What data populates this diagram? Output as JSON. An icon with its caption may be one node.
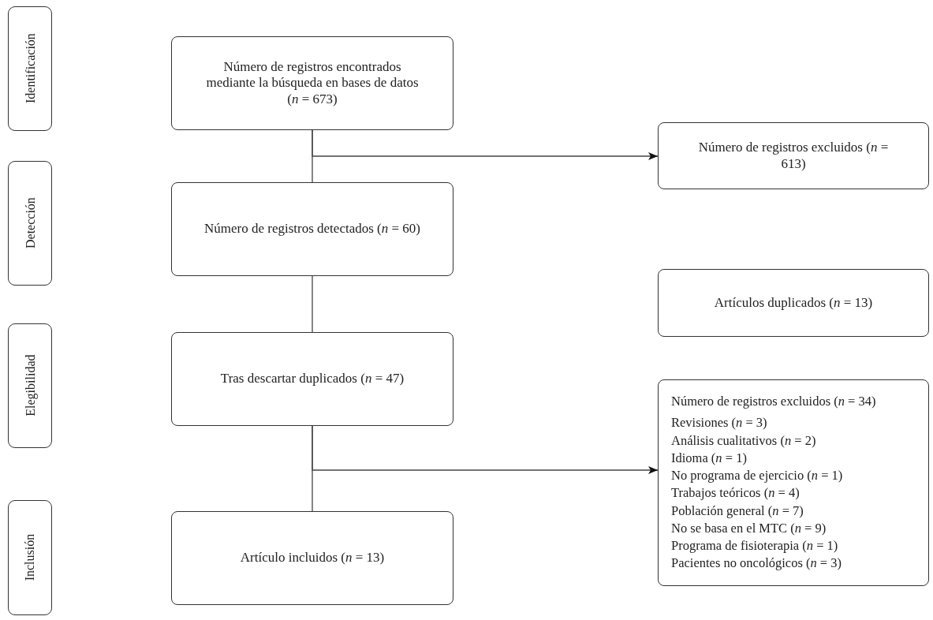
{
  "diagram": {
    "nodes": [
      {
        "text": [
          "Identificación"
        ]
      },
      {
        "text": [
          "Detección"
        ]
      },
      {
        "text": [
          "Elegibilidad"
        ]
      },
      {
        "text": [
          "Inclusión"
        ]
      },
      {
        "text": [
          "Número de registros encontrados mediante la búsqueda en bases de datos (*n* = 673)"
        ]
      },
      {
        "text": [
          "Número de registros excluidos (*n* = 613)"
        ]
      },
      {
        "text": [
          "Número de registros detectados (*n* = 60)"
        ]
      },
      {
        "text": [
          "Artículos duplicados (*n* = 13)"
        ]
      },
      {
        "text": [
          "Tras descartar duplicados (*n* = 47)"
        ]
      },
      {
        "text": [
          "Número de registros excluidos (*n* = 34)",
          "Revisiones (*n* = 3)",
          "Análisis cualitativos (*n* = 2)",
          "Idioma (*n* = 1)",
          "No programa de ejercicio (*n* = 1)",
          "Trabajos teóricos (*n* = 4)",
          "Población general (*n* = 7)",
          "No se basa en el MTC (*n* = 9)",
          "Programa de fisioterapia (*n* = 1)",
          "Pacientes no oncológicos (*n* = 3)"
        ]
      },
      {
        "text": [
          "Artículo incluidos (*n* = 13)"
        ]
      }
    ],
    "edges": [
      {
        "from": 4,
        "to": 6,
        "arrow": "none"
      },
      {
        "from": 4,
        "to": 5,
        "arrow": "to"
      },
      {
        "from": 6,
        "to": 8,
        "arrow": "none"
      },
      {
        "from": 8,
        "to": 10,
        "arrow": "none"
      },
      {
        "from": 8,
        "to": 9,
        "arrow": "to"
      }
    ]
  }
}
